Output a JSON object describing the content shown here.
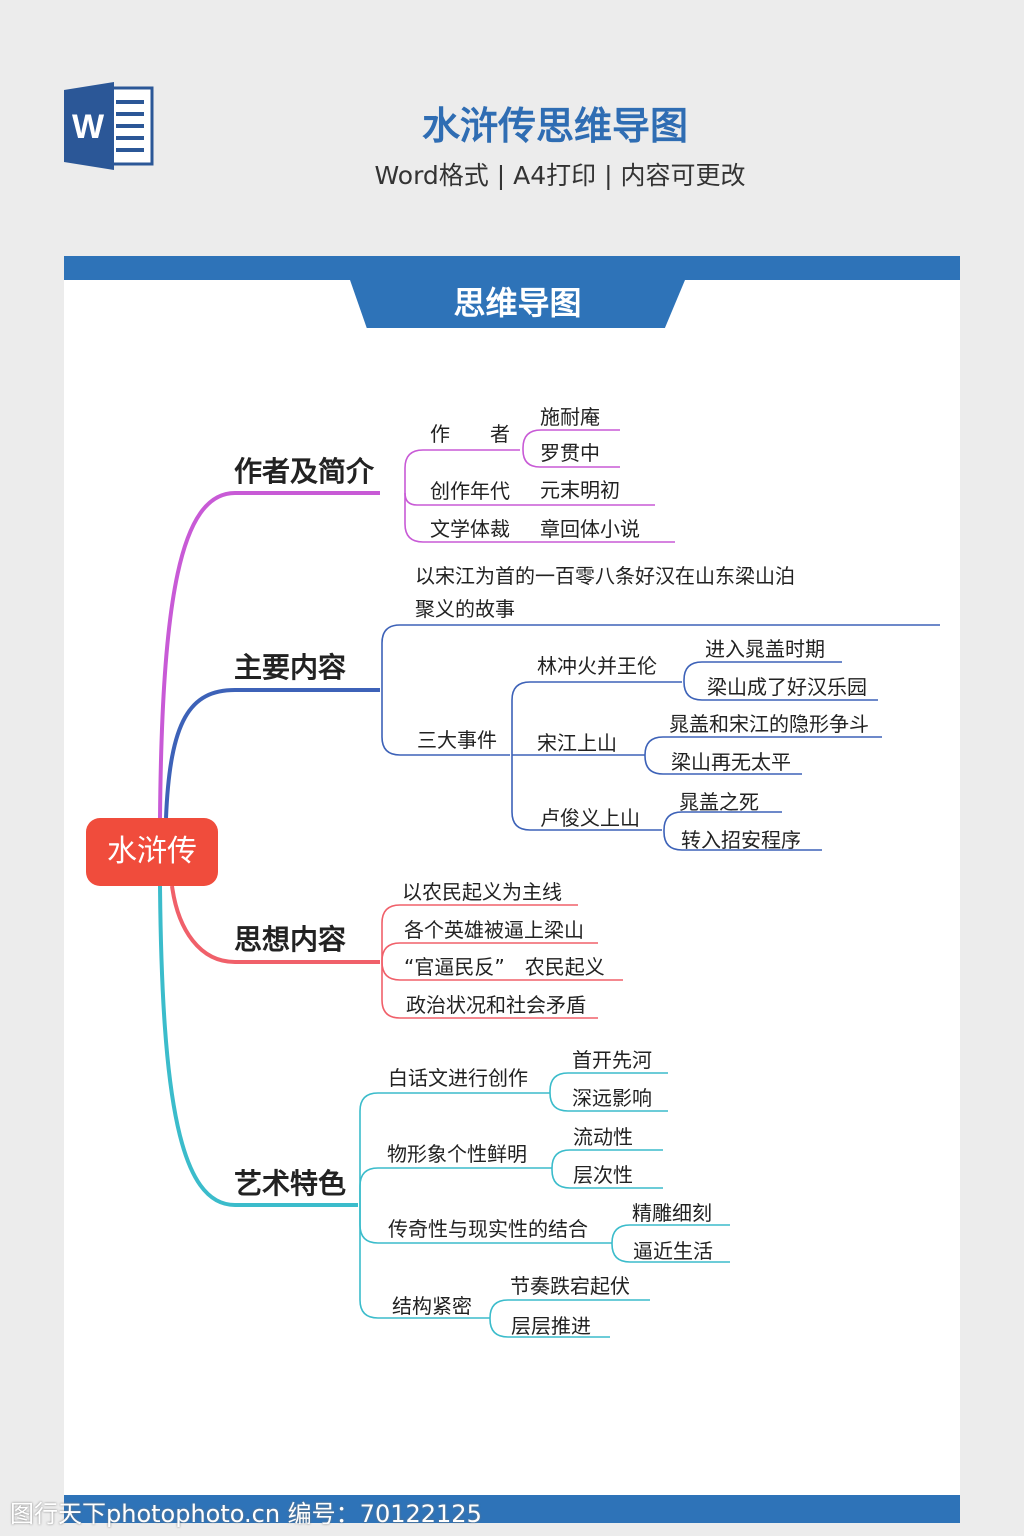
{
  "header": {
    "title": "水浒传思维导图",
    "subtitle": "Word格式 | A4打印 | 内容可更改",
    "icon": "word-icon"
  },
  "tab_label": "思维导图",
  "root": "水浒传",
  "colors": {
    "pink": "#c85ad6",
    "blue": "#3d62b8",
    "red": "#f0606a",
    "teal": "#3bbccb",
    "root": "#f04c3c",
    "brand": "#2e73b8"
  },
  "branches": [
    {
      "label": "作者及简介",
      "items": [
        {
          "label": "作　　者",
          "children": [
            "施耐庵",
            "罗贯中"
          ]
        },
        {
          "label": "创作年代",
          "value": "元末明初"
        },
        {
          "label": "文学体裁",
          "value": "章回体小说"
        }
      ]
    },
    {
      "label": "主要内容",
      "summary": [
        "以宋江为首的一百零八条好汉在山东梁山泊",
        "聚义的故事"
      ],
      "items": [
        {
          "label": "三大事件",
          "children": [
            {
              "label": "林冲火并王伦",
              "children": [
                "进入晁盖时期",
                "梁山成了好汉乐园"
              ]
            },
            {
              "label": "宋江上山",
              "children": [
                "晁盖和宋江的隐形争斗",
                "梁山再无太平"
              ]
            },
            {
              "label": "卢俊义上山",
              "children": [
                "晁盖之死",
                "转入招安程序"
              ]
            }
          ]
        }
      ]
    },
    {
      "label": "思想内容",
      "items": [
        "以农民起义为主线",
        "各个英雄被逼上梁山",
        "“官逼民反”　农民起义",
        "政治状况和社会矛盾"
      ]
    },
    {
      "label": "艺术特色",
      "items": [
        {
          "label": "白话文进行创作",
          "children": [
            "首开先河",
            "深远影响"
          ]
        },
        {
          "label": "物形象个性鲜明",
          "children": [
            "流动性",
            "层次性"
          ]
        },
        {
          "label": "传奇性与现实性的结合",
          "children": [
            "精雕细刻",
            "逼近生活"
          ]
        },
        {
          "label": "结构紧密",
          "children": [
            "节奏跌宕起伏",
            "层层推进"
          ]
        }
      ]
    }
  ],
  "watermark": "图行天下photophoto.cn 编号：70122125"
}
